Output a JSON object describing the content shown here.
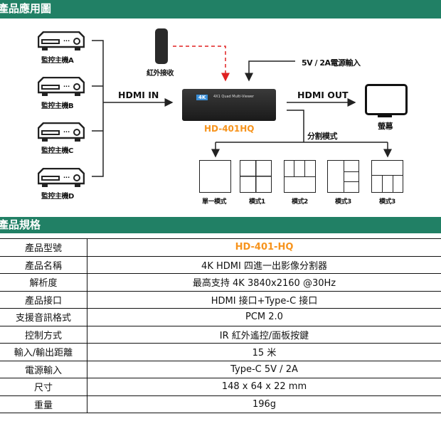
{
  "sections": {
    "diagram_title": "產品應用圖",
    "spec_title": "產品規格"
  },
  "diagram": {
    "sources": [
      "監控主機A",
      "監控主機B",
      "監控主機C",
      "監控主機D"
    ],
    "remote_label": "紅外接收",
    "power_label": "5V / 2A電源輸入",
    "hdmi_in": "HDMI IN",
    "hdmi_out": "HDMI OUT",
    "device_label": "HD-401HQ",
    "device_text": "4X1 Quad Multi-Viewer",
    "device_badge": "4K",
    "monitor_label": "螢幕",
    "split_label": "分割模式",
    "modes": [
      "單一模式",
      "模式1",
      "模式2",
      "模式3",
      "模式3"
    ]
  },
  "specs": [
    {
      "key": "產品型號",
      "value": "HD-401-HQ"
    },
    {
      "key": "產品名稱",
      "value": "4K HDMI  四進一出影像分割器"
    },
    {
      "key": "解析度",
      "value": "最高支持 4K 3840x2160 @30Hz"
    },
    {
      "key": "產品接口",
      "value": "HDMI 接口+Type-C 接口"
    },
    {
      "key": "支援音訊格式",
      "value": "PCM 2.0"
    },
    {
      "key": "控制方式",
      "value": "IR 紅外遙控/面板按鍵"
    },
    {
      "key": "輸入/輸出距離",
      "value": "15 米"
    },
    {
      "key": "電源輸入",
      "value": "Type-C 5V / 2A"
    },
    {
      "key": "尺寸",
      "value": "148 x 64 x 22 mm"
    },
    {
      "key": "重量",
      "value": "196g"
    }
  ],
  "colors": {
    "header": "#218065",
    "accent": "#f7941d",
    "ir": "#e02020"
  }
}
